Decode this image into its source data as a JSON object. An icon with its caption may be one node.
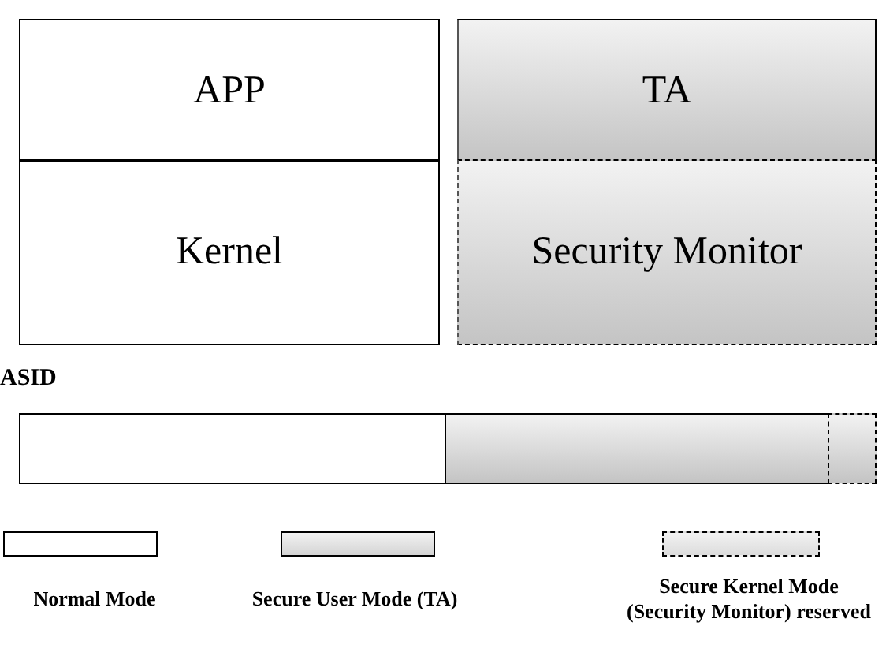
{
  "diagram": {
    "nodes": [
      {
        "text": [
          "APP"
        ]
      },
      {
        "text": [
          "Kernel"
        ]
      },
      {
        "text": [
          "TA"
        ]
      },
      {
        "text": [
          "Security Monitor"
        ]
      },
      {
        "text": [],
        "shape": "bar"
      },
      {
        "text": [],
        "shape": "bar"
      },
      {
        "text": [],
        "shape": "bar"
      }
    ],
    "edges": [],
    "labels": [
      "ASID"
    ],
    "legend": [
      {
        "text": "Normal Mode",
        "color": "#ffffff"
      },
      {
        "text": "Secure User Mode (TA)",
        "color": "#d4d4d4"
      },
      {
        "text": "Secure Kernel Mode (Security Monitor) reserved",
        "color": "#dcdcdc"
      }
    ]
  }
}
